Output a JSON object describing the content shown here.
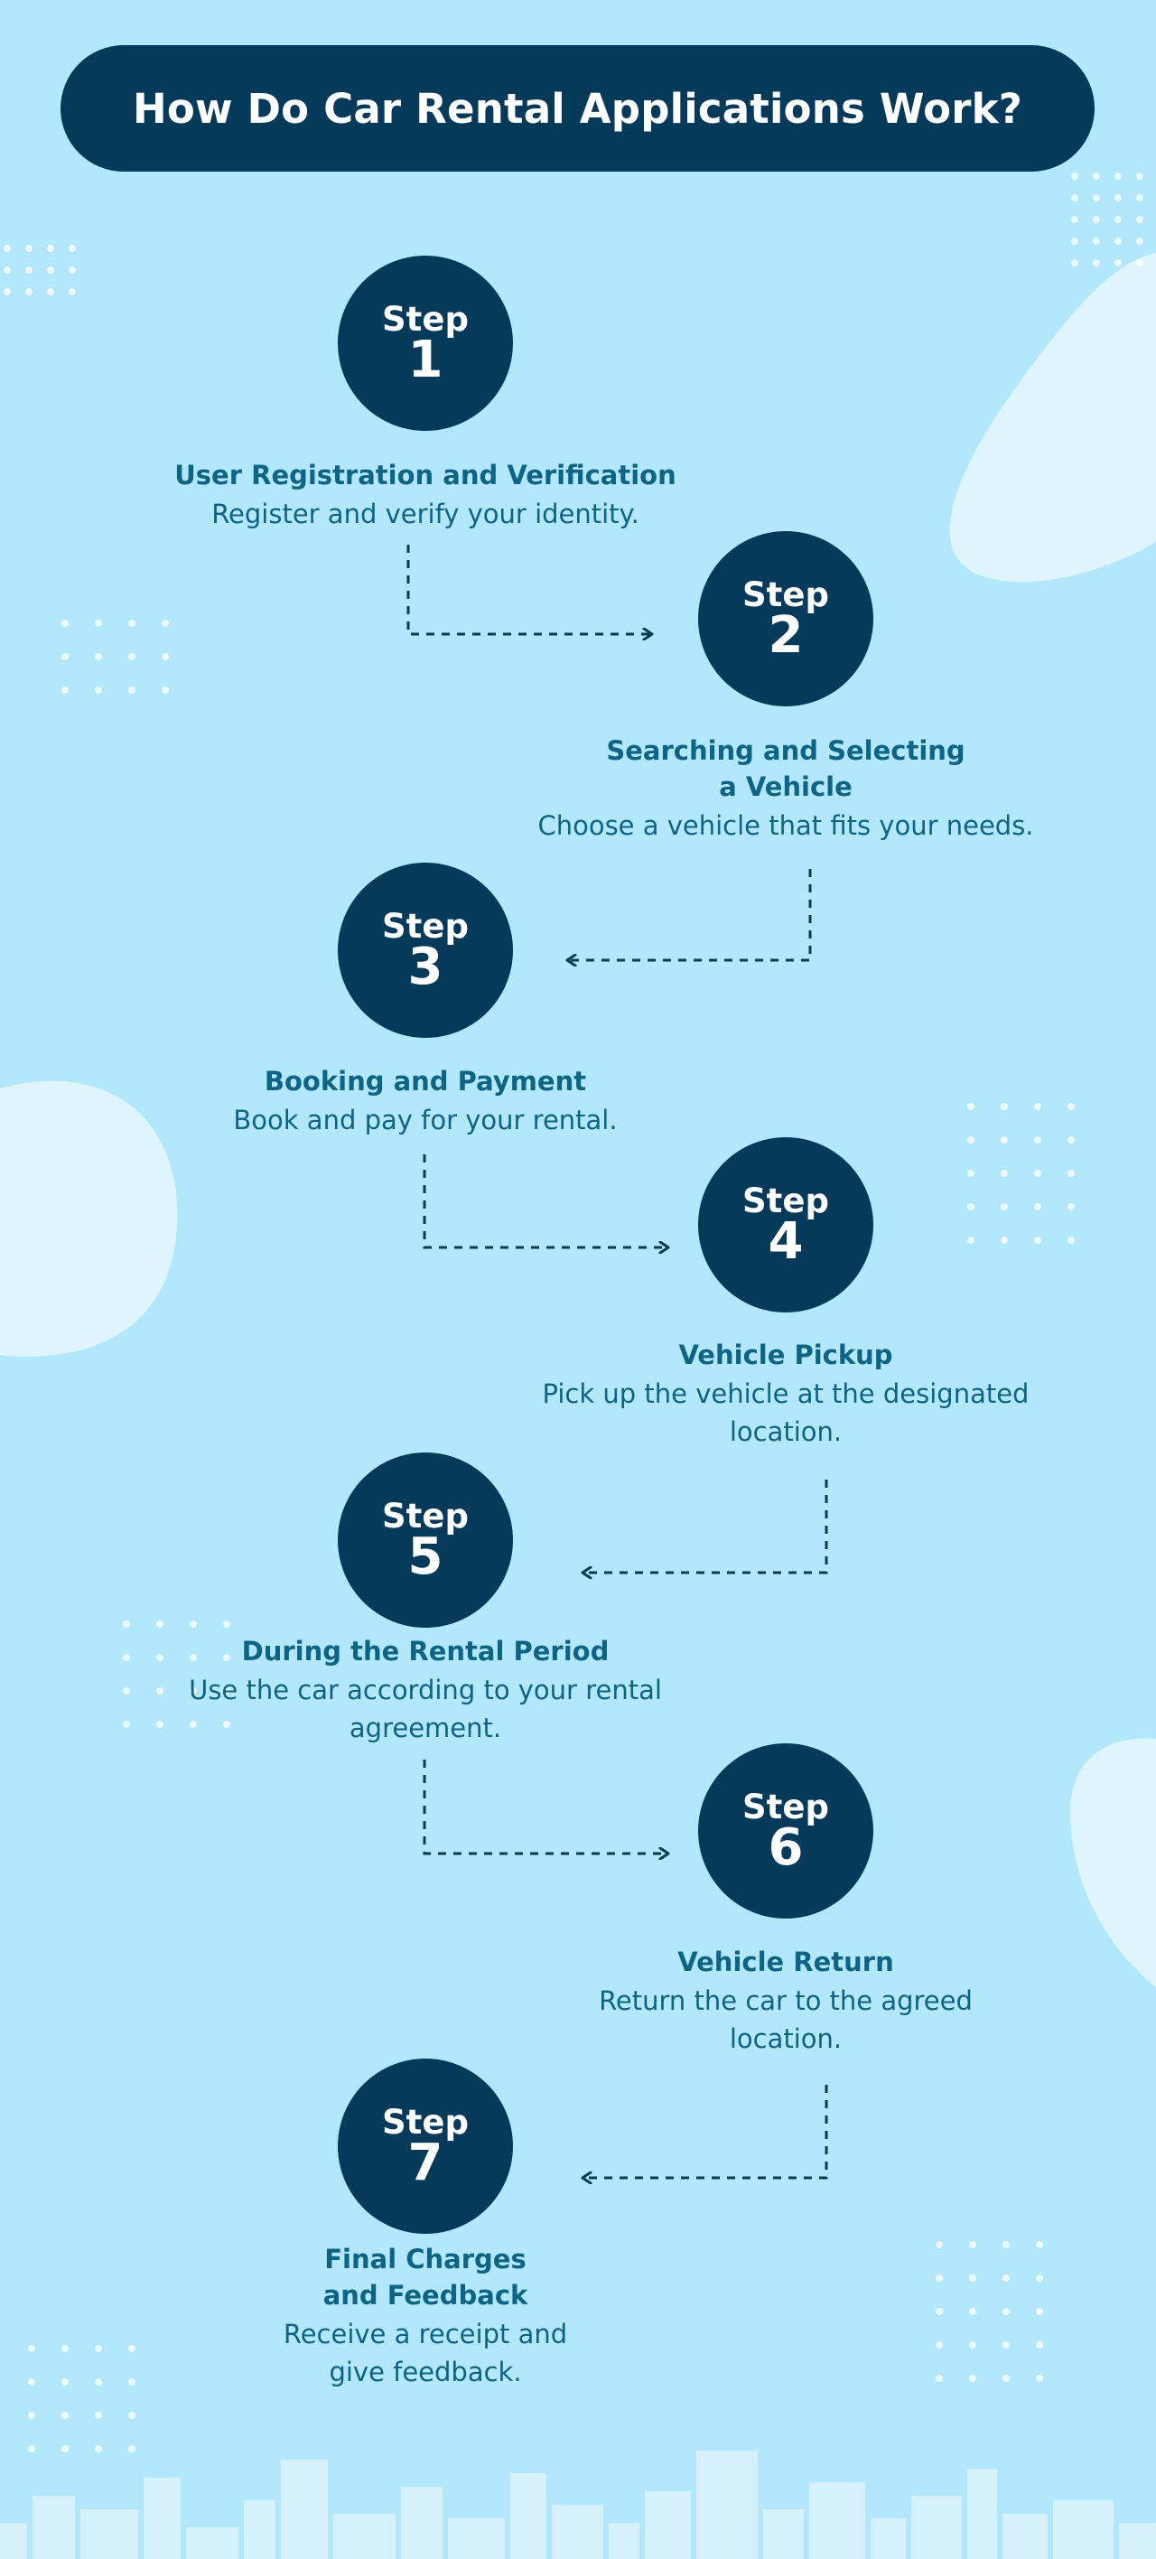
{
  "title": "How Do Car Rental Applications Work?",
  "colors": {
    "background": "#b3e7fb",
    "navy": "#063a5a",
    "text": "#0d6485",
    "blob": "#dff5fe",
    "dots": "#ffffff"
  },
  "steps": [
    {
      "label": "Step",
      "number": "1",
      "title": "User Registration and Verification",
      "description": "Register and verify your identity."
    },
    {
      "label": "Step",
      "number": "2",
      "title": "Searching and Selecting a Vehicle",
      "description": "Choose a vehicle that fits your needs."
    },
    {
      "label": "Step",
      "number": "3",
      "title": "Booking and Payment",
      "description": "Book and pay for your rental."
    },
    {
      "label": "Step",
      "number": "4",
      "title": "Vehicle Pickup",
      "description": "Pick up the vehicle at the designated location."
    },
    {
      "label": "Step",
      "number": "5",
      "title": "During the Rental Period",
      "description": "Use the car according to your rental agreement."
    },
    {
      "label": "Step",
      "number": "6",
      "title": "Vehicle Return",
      "description": "Return the car to the agreed location."
    },
    {
      "label": "Step",
      "number": "7",
      "title": "Final Charges and Feedback",
      "description": "Receive a receipt and give feedback."
    }
  ]
}
